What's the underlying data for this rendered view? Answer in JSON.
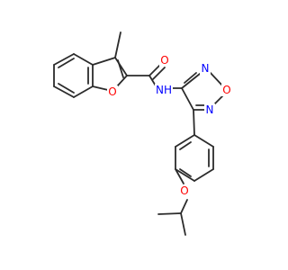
{
  "molecule": {
    "bond_color": "#2b2b2b",
    "atoms": {
      "o_furan": {
        "symbol": "O",
        "color": "#ff0000"
      },
      "o_carbonyl": {
        "symbol": "O",
        "color": "#ff0000"
      },
      "nh_amide": {
        "symbol": "NH",
        "color": "#0000ff"
      },
      "n_oxadiazole_top": {
        "symbol": "N",
        "color": "#0000ff"
      },
      "o_oxadiazole": {
        "symbol": "O",
        "color": "#ff0000"
      },
      "n_oxadiazole_bottom": {
        "symbol": "N",
        "color": "#0000ff"
      },
      "o_ether": {
        "symbol": "O",
        "color": "#ff0000"
      }
    }
  }
}
